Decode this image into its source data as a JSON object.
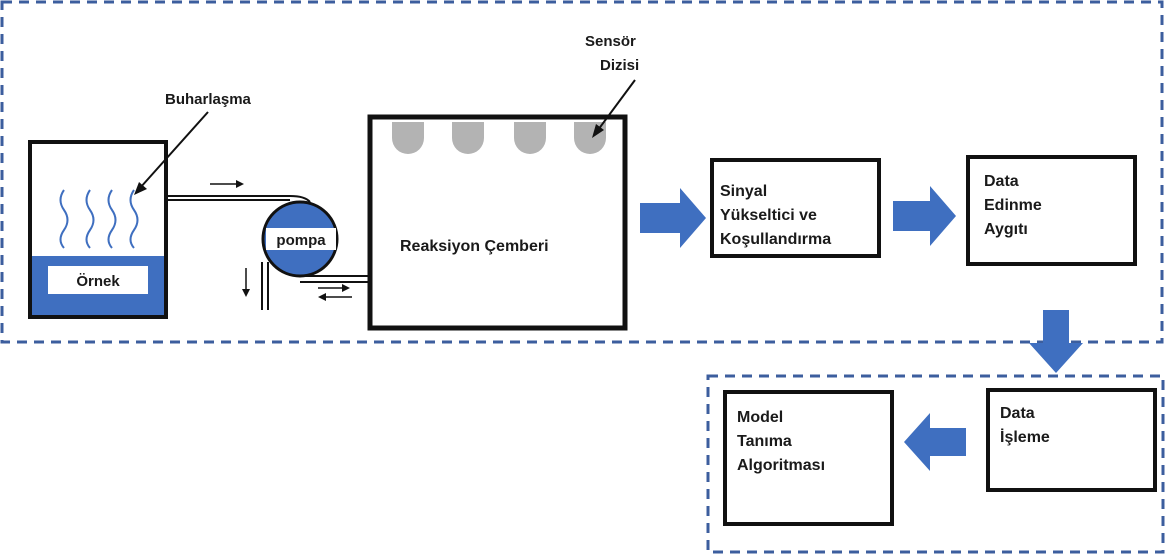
{
  "labels": {
    "sample": "Örnek",
    "evaporation": "Buharlaşma",
    "pump": "pompa",
    "sensor_line1": "Sensör",
    "sensor_line2": "Dizisi",
    "reaction_chamber": "Reaksiyon Çemberi",
    "signal": "Sinyal\nYükseltici ve\nKoşullandırma",
    "acquisition": "Data\nEdinme\nAygıtı",
    "processing": "Data\nİşleme",
    "recognition": "Model\nTanıma\nAlgoritması"
  },
  "colors": {
    "accent_blue": "#3f6fc0",
    "sensor_gray": "#b3b3b3",
    "dash_blue": "#3c5e9e",
    "line": "#111111"
  }
}
